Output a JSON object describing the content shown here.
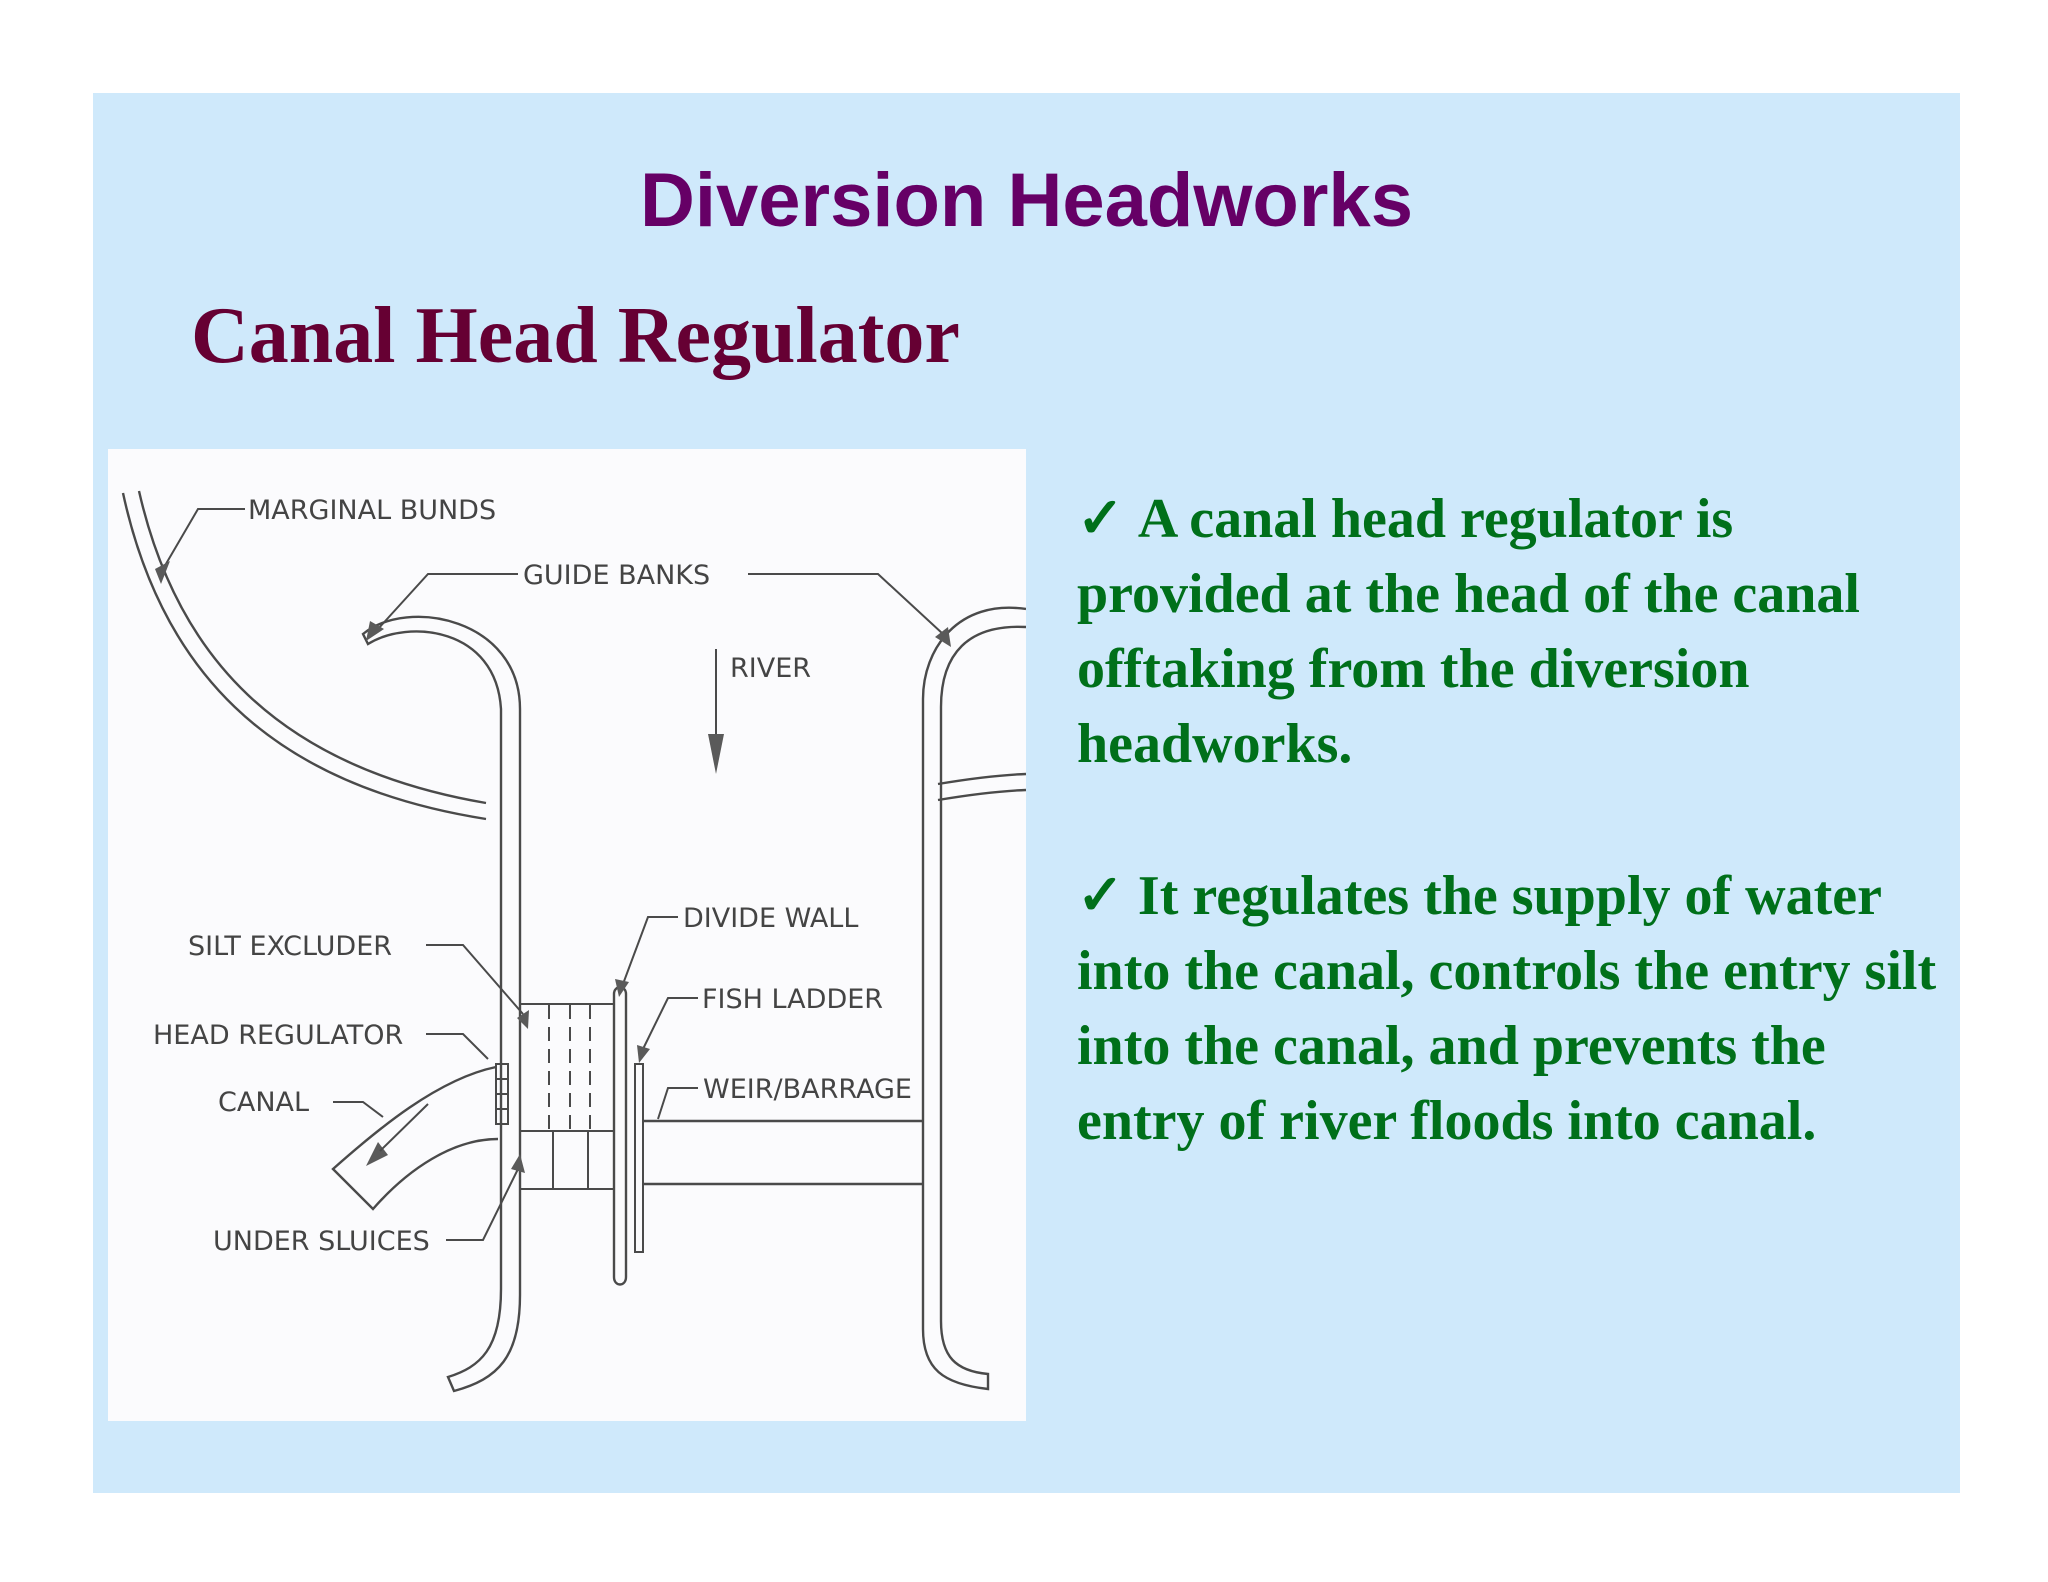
{
  "slide": {
    "title": "Diversion Headworks",
    "subtitle": "Canal Head Regulator"
  },
  "figure": {
    "labels": {
      "marginal_bunds": "MARGINAL BUNDS",
      "guide_banks": "GUIDE BANKS",
      "river": "RIVER",
      "divide_wall": "DIVIDE WALL",
      "silt_excluder": "SILT EXCLUDER",
      "fish_ladder": "FISH LADDER",
      "head_regulator": "HEAD REGULATOR",
      "weir_barrage": "WEIR/BARRAGE",
      "canal": "CANAL",
      "under_sluices": "UNDER SLUICES"
    }
  },
  "bullets": [
    {
      "check": "✓",
      "text": "A canal head regulator is provided at the head of the canal offtaking from the diversion headworks."
    },
    {
      "check": "✓",
      "text": "It regulates the supply of water into the canal, controls the entry silt into the canal, and prevents the entry of river floods into canal."
    }
  ],
  "colors": {
    "slide_background": "#cfe9fb",
    "title": "#660066",
    "subtitle": "#660033",
    "bullet_text": "#00701a"
  }
}
